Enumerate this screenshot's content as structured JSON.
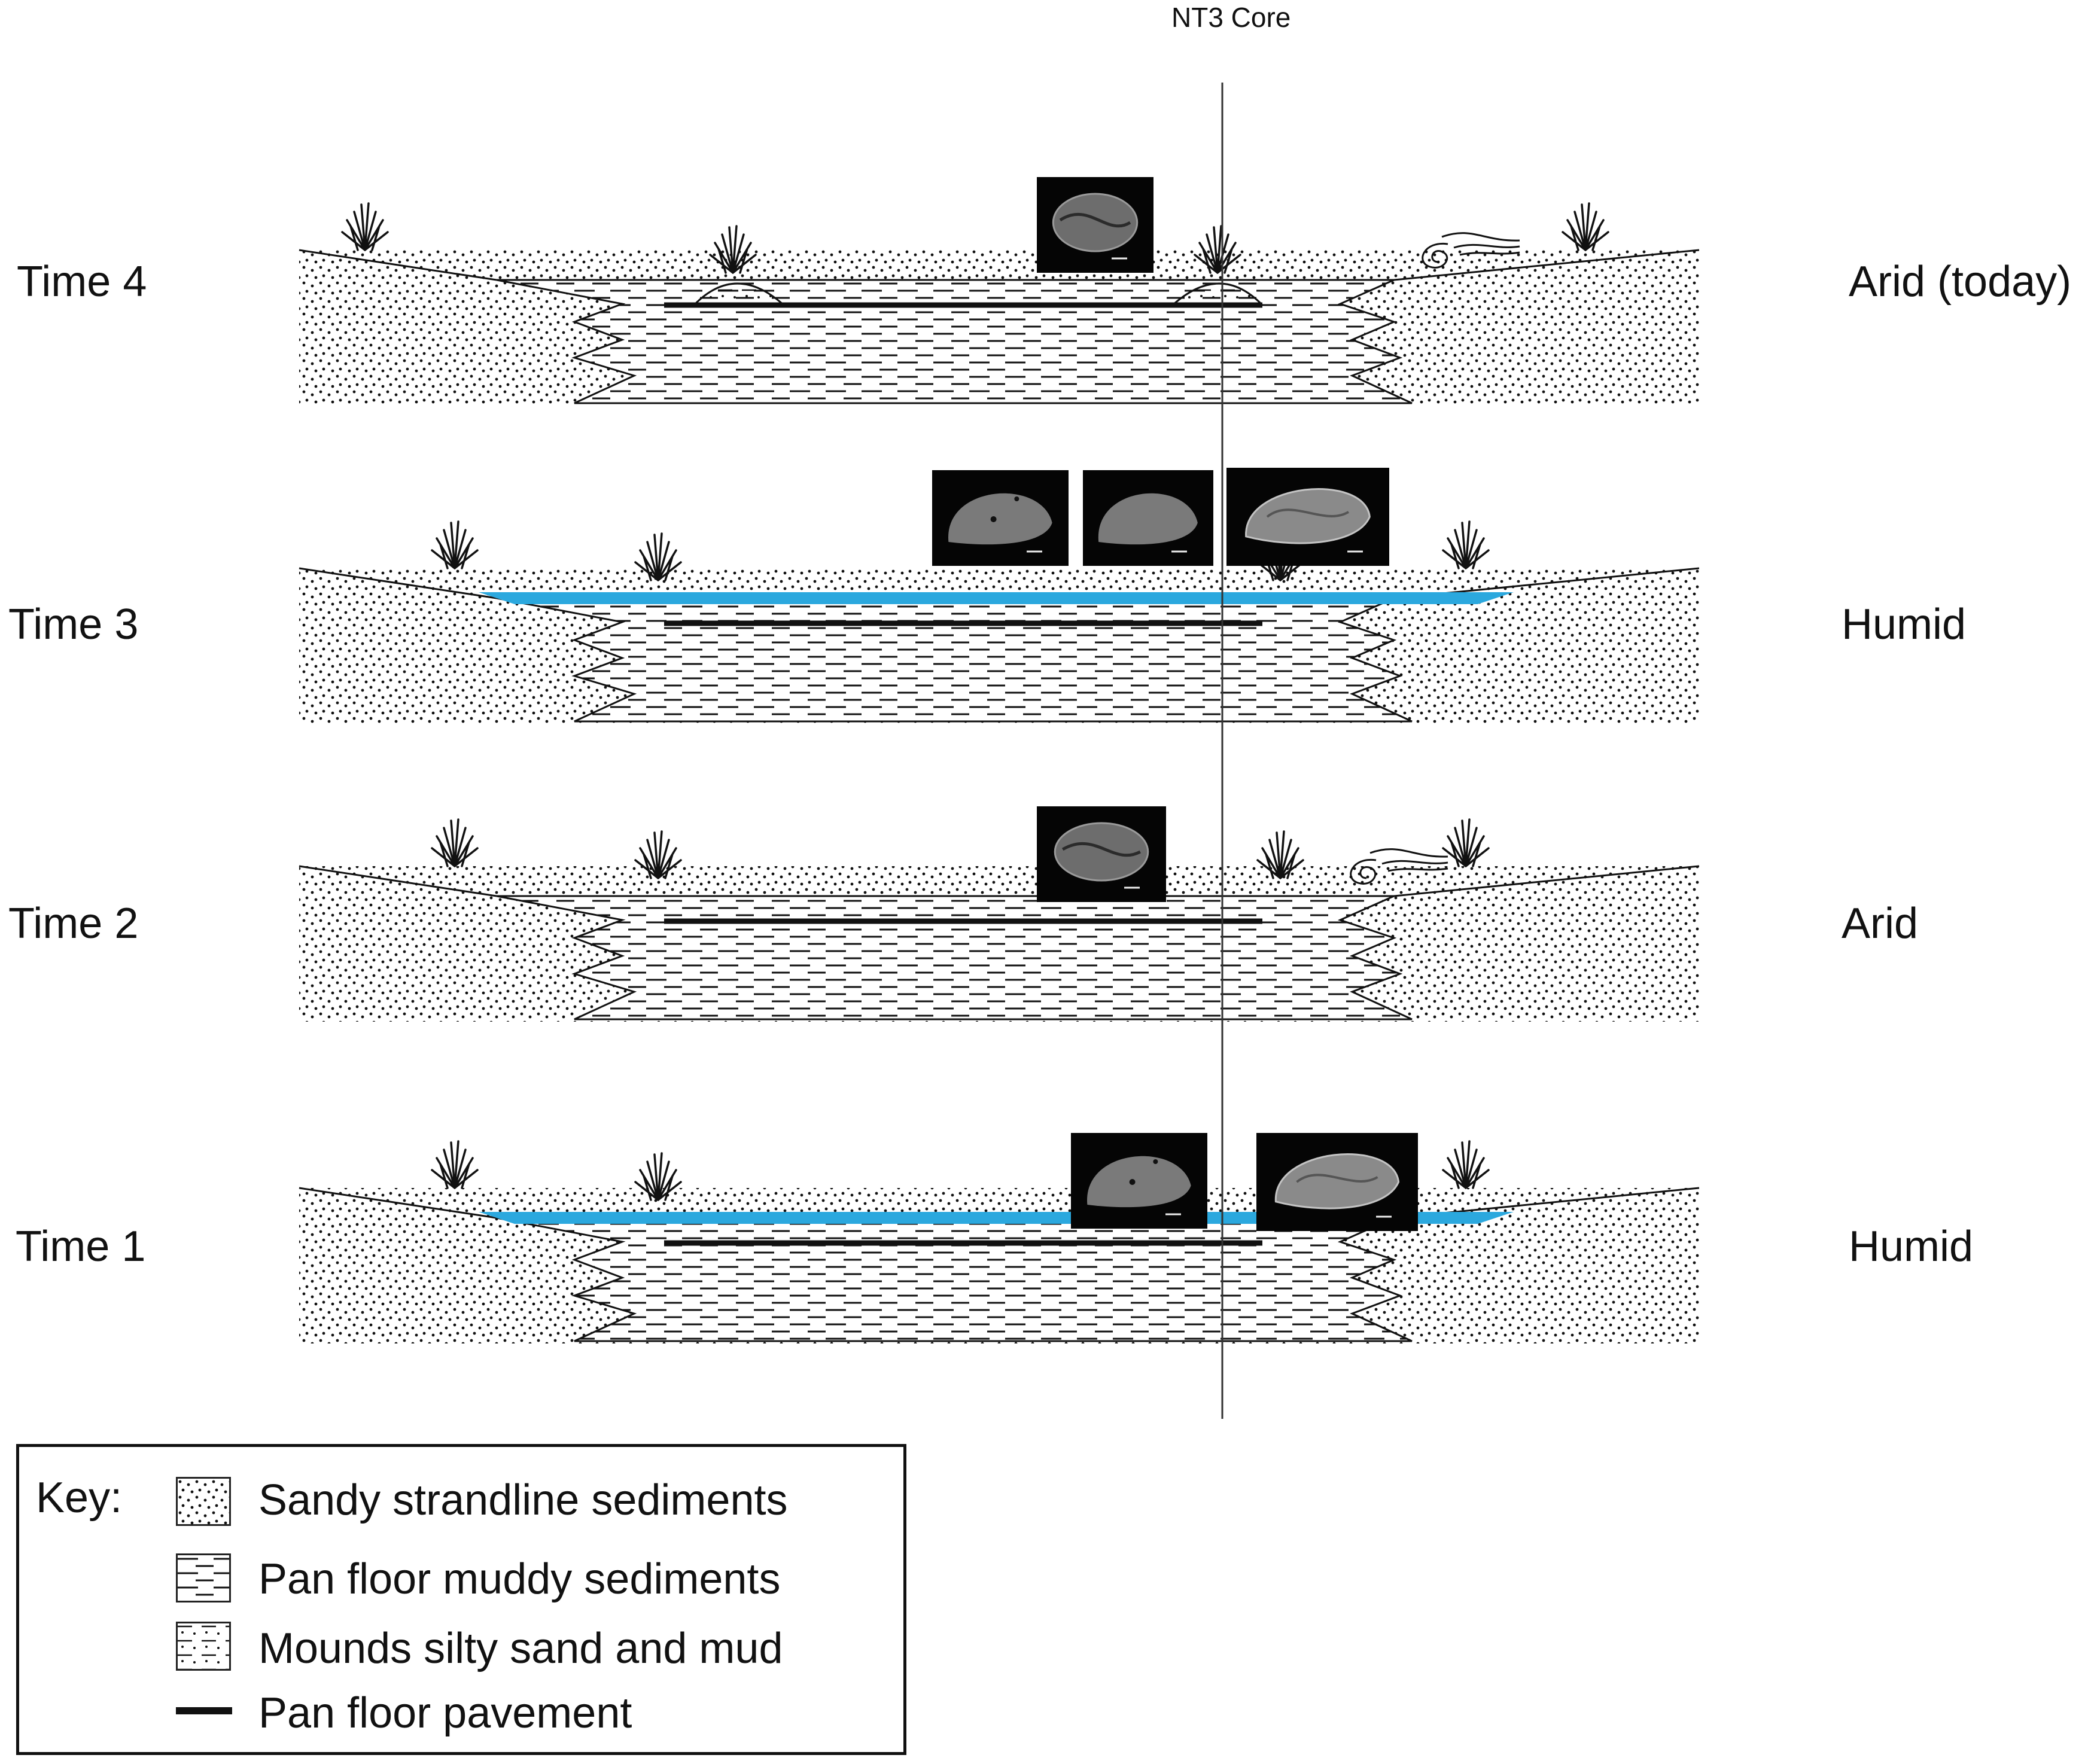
{
  "core_label": "NT3 Core",
  "panels": [
    {
      "time_label": "Time 4",
      "climate": "Arid (today)",
      "water": false,
      "mounds": true,
      "wind": true
    },
    {
      "time_label": "Time 3",
      "climate": "Humid",
      "water": true,
      "mounds": false,
      "wind": false
    },
    {
      "time_label": "Time 2",
      "climate": "Arid",
      "water": false,
      "mounds": false,
      "wind": true
    },
    {
      "time_label": "Time 1",
      "climate": "Humid",
      "water": true,
      "mounds": false,
      "wind": false
    }
  ],
  "key": {
    "title": "Key:",
    "items": [
      {
        "label": "Sandy strandline sediments",
        "pattern": "sand"
      },
      {
        "label": "Pan floor muddy sediments",
        "pattern": "mud"
      },
      {
        "label": "Mounds silty sand and mud",
        "pattern": "mound"
      },
      {
        "label": "Pan floor pavement",
        "pattern": "pavement"
      }
    ]
  },
  "colors": {
    "water": "#2ba8de",
    "line": "#111111",
    "photo_bg": "#050505"
  }
}
